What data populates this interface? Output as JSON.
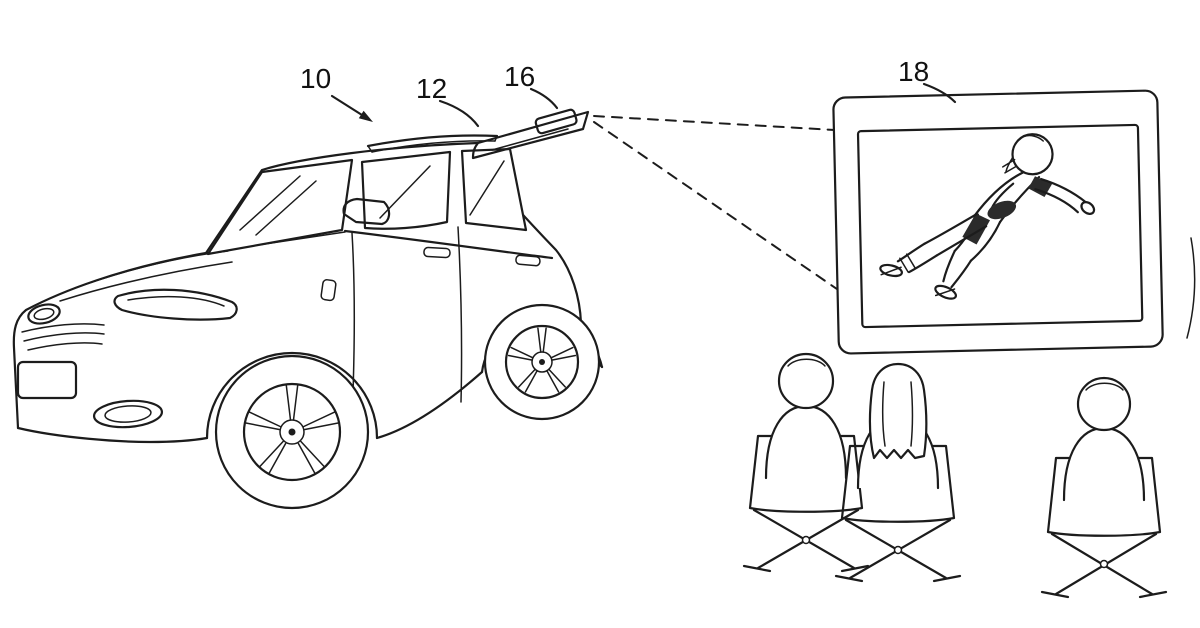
{
  "figure": {
    "colors": {
      "background": "#ffffff",
      "line": "#1c1c1c",
      "shading": "#2b2b2b"
    },
    "reference_labels": {
      "vehicle": "10",
      "liftgate": "12",
      "projector": "16",
      "screen": "18"
    }
  }
}
